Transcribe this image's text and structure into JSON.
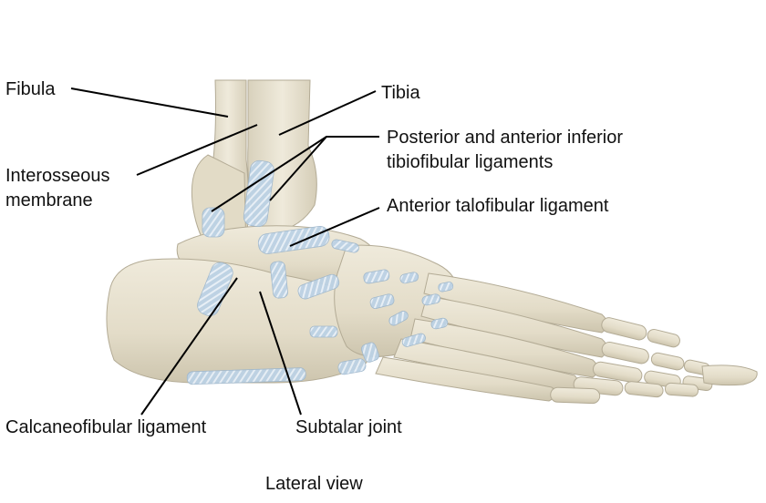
{
  "labels": {
    "fibula": "Fibula",
    "tibia": "Tibia",
    "tibiofibular_line1": "Posterior and anterior inferior",
    "tibiofibular_line2": "tibiofibular ligaments",
    "interosseous_line1": "Interosseous",
    "interosseous_line2": "membrane",
    "anterior_talofibular": "Anterior talofibular ligament",
    "calcaneofibular": "Calcaneofibular ligament",
    "subtalar": "Subtalar joint",
    "view": "Lateral view"
  },
  "colors": {
    "bone": "#e6e0cf",
    "bone_shadow": "#cbc3ac",
    "bone_outline": "#a8a08a",
    "ligament": "#bfd4e6",
    "ligament_stripe": "#e9f1f8",
    "leader": "#000000",
    "text": "#111111"
  }
}
